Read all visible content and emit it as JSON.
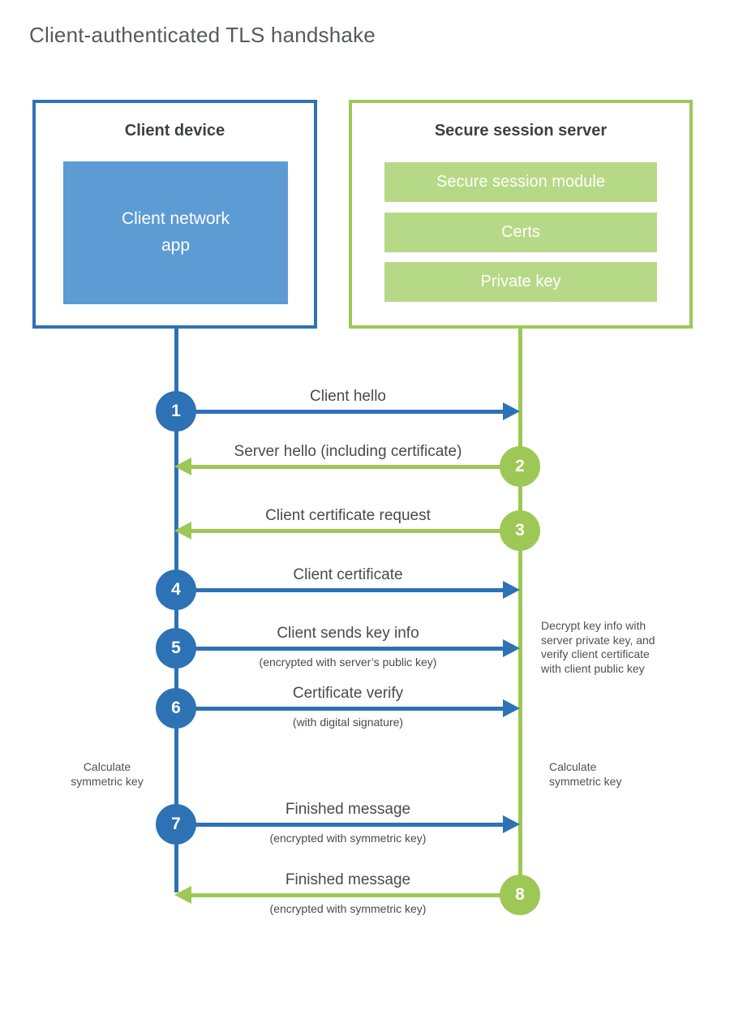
{
  "title": "Client-authenticated TLS handshake",
  "colors": {
    "blue": "#2d72b4",
    "blue_light": "#5d9bd5",
    "green": "#9dc855",
    "green_light": "#b6d987"
  },
  "client_box": {
    "title": "Client device",
    "app_label": "Client network\napp"
  },
  "server_box": {
    "title": "Secure session server",
    "modules": [
      {
        "label": "Secure session module"
      },
      {
        "label": "Certs"
      },
      {
        "label": "Private key"
      }
    ]
  },
  "messages": [
    {
      "num": "1",
      "label": "Client hello",
      "direction": "client-to-server"
    },
    {
      "num": "2",
      "label": "Server hello (including certificate)",
      "direction": "server-to-client"
    },
    {
      "num": "3",
      "label": "Client certificate request",
      "direction": "server-to-client"
    },
    {
      "num": "4",
      "label": "Client certificate",
      "direction": "client-to-server"
    },
    {
      "num": "5",
      "label": "Client sends key info",
      "sub": "(encrypted with server’s public key)",
      "direction": "client-to-server"
    },
    {
      "num": "6",
      "label": "Certificate verify",
      "sub": "(with digital signature)",
      "direction": "client-to-server"
    },
    {
      "num": "7",
      "label": "Finished message",
      "sub": "(encrypted with symmetric key)",
      "direction": "client-to-server"
    },
    {
      "num": "8",
      "label": "Finished message",
      "sub": "(encrypted with symmetric key)",
      "direction": "server-to-client"
    }
  ],
  "annotations": {
    "server_note": "Decrypt key info with\nserver private key, and\nverify client certificate\nwith client public key",
    "calc_left": "Calculate\nsymmetric key",
    "calc_right": "Calculate\nsymmetric key"
  }
}
